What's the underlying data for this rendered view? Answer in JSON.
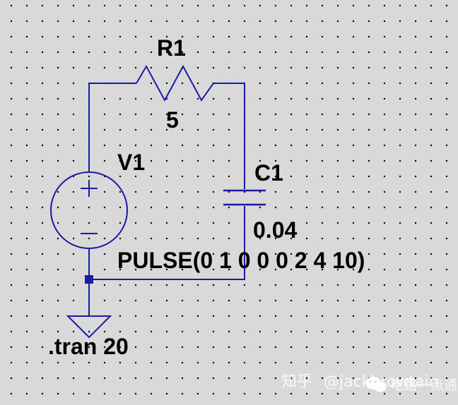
{
  "colors": {
    "background": "#d9d9d9",
    "grid_dot": "#000000",
    "wire": "#1a1aa6",
    "component": "#1a1aa6",
    "label": "#000000",
    "junction": "#1a1aa6"
  },
  "components": {
    "resistor": {
      "ref": "R1",
      "value": "5"
    },
    "capacitor": {
      "ref": "C1",
      "value": "0.04"
    },
    "source": {
      "ref": "V1",
      "value": "PULSE(0 1 0 0 0 2 4 10)",
      "plus": "+",
      "minus": "−"
    }
  },
  "directive": ".tran 20",
  "watermark": {
    "site": "知乎",
    "user": "@jackbrowtain",
    "account": "电路一点通"
  }
}
